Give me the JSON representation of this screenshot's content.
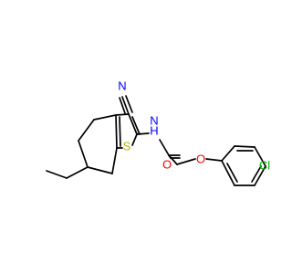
{
  "molecule": {
    "atoms": [
      {
        "id": "N_nitrile",
        "symbol": "N",
        "color": "#0000ff"
      },
      {
        "id": "N_amide",
        "symbol": "N",
        "color": "#0000ff"
      },
      {
        "id": "H_amide",
        "symbol": "H",
        "color": "#0000ff"
      },
      {
        "id": "S_ring",
        "symbol": "S",
        "color": "#b3b300"
      },
      {
        "id": "O_carbonyl",
        "symbol": "O",
        "color": "#ff0000"
      },
      {
        "id": "O_ether",
        "symbol": "O",
        "color": "#ff0000"
      },
      {
        "id": "Cl",
        "symbol": "Cl",
        "color": "#00b300"
      }
    ]
  }
}
